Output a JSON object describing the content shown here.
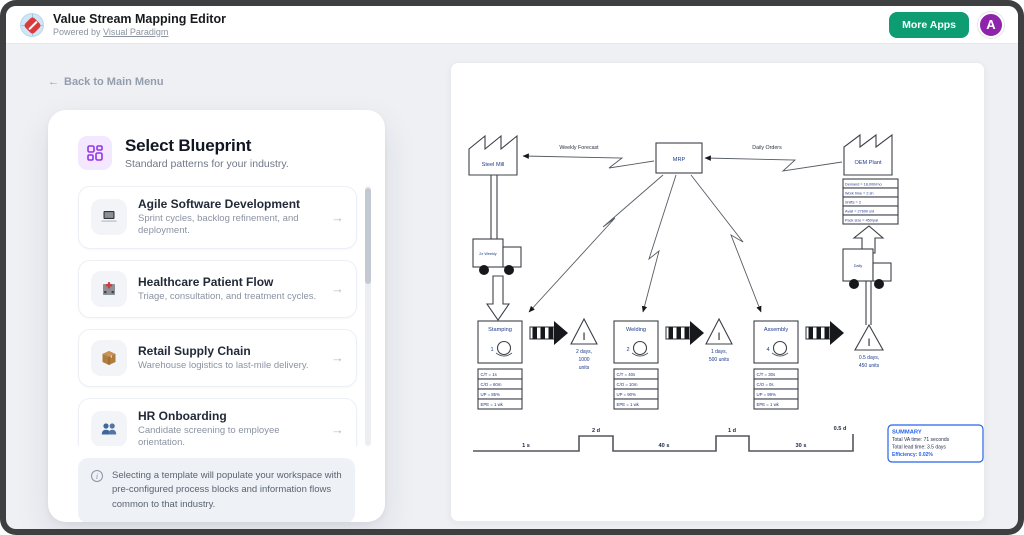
{
  "header": {
    "title": "Value Stream Mapping Editor",
    "powered_by": "Powered by",
    "powered_by_link": "Visual Paradigm",
    "more_apps": "More Apps",
    "avatar_initial": "A",
    "button_green": "#0e9d73",
    "avatar_purple": "#8e24aa"
  },
  "icons": {
    "back_arrow": "←",
    "chevron_right": "→",
    "info": "i"
  },
  "sidebar": {
    "back_label": "Back to Main Menu",
    "title": "Select Blueprint",
    "subtitle": "Standard patterns for your industry.",
    "accent_purple": "#9333ea",
    "blueprints": [
      {
        "icon": "laptop-icon",
        "title": "Agile Software Development",
        "desc": "Sprint cycles, backlog refinement, and deployment."
      },
      {
        "icon": "hospital-icon",
        "title": "Healthcare Patient Flow",
        "desc": "Triage, consultation, and treatment cycles."
      },
      {
        "icon": "package-icon",
        "title": "Retail Supply Chain",
        "desc": "Warehouse logistics to last-mile delivery."
      },
      {
        "icon": "people-icon",
        "title": "HR Onboarding",
        "desc": "Candidate screening to employee orientation."
      }
    ],
    "note": "Selecting a template will populate your workspace with pre-configured process blocks and information flows common to that industry."
  },
  "diagram": {
    "supplier": "Steel Mill",
    "control": "MRP",
    "customer": "OEM Plant",
    "forecast_label": "Weekly Forecast",
    "orders_label": "Daily Orders",
    "inbound_shipping": "2x Weekly",
    "outbound_shipping": "Daily",
    "customer_data": [
      "Demand = 18,000/mo",
      "Work time = 2 sh",
      "Shifts = 2",
      "Avail = 27600 s/d",
      "Pack size = 450/pal"
    ],
    "processes": [
      {
        "name": "Stamping",
        "operators": "1",
        "data": [
          "C/T = 1s",
          "C/O = 60m",
          "UP = 85%",
          "EPE = 1 wk"
        ]
      },
      {
        "name": "Welding",
        "operators": "2",
        "data": [
          "C/T = 40s",
          "C/O = 10m",
          "UP = 90%",
          "EPE = 1 wk"
        ]
      },
      {
        "name": "Assembly",
        "operators": "4",
        "data": [
          "C/T = 30s",
          "C/O = 0s",
          "UP = 99%",
          "EPE = 1 wk"
        ]
      }
    ],
    "inventory_symbol": "I",
    "inventories": [
      {
        "lines": [
          "2 days,",
          "1000",
          "units"
        ]
      },
      {
        "lines": [
          "1 days,",
          "500 units",
          ""
        ]
      },
      {
        "lines": [
          "0.5 days,",
          "450 units",
          ""
        ]
      }
    ],
    "timeline": {
      "va_labels": [
        "1 s",
        "40 s",
        "30 s"
      ],
      "lead_labels": [
        "2 d",
        "1 d",
        "0.5 d"
      ]
    },
    "summary": {
      "title": "SUMMARY",
      "va": "Total VA time: 71 seconds",
      "lead": "Total lead time: 3.5 days",
      "efficiency": "Efficiency: 0.02%",
      "accent": "#2563eb"
    }
  }
}
